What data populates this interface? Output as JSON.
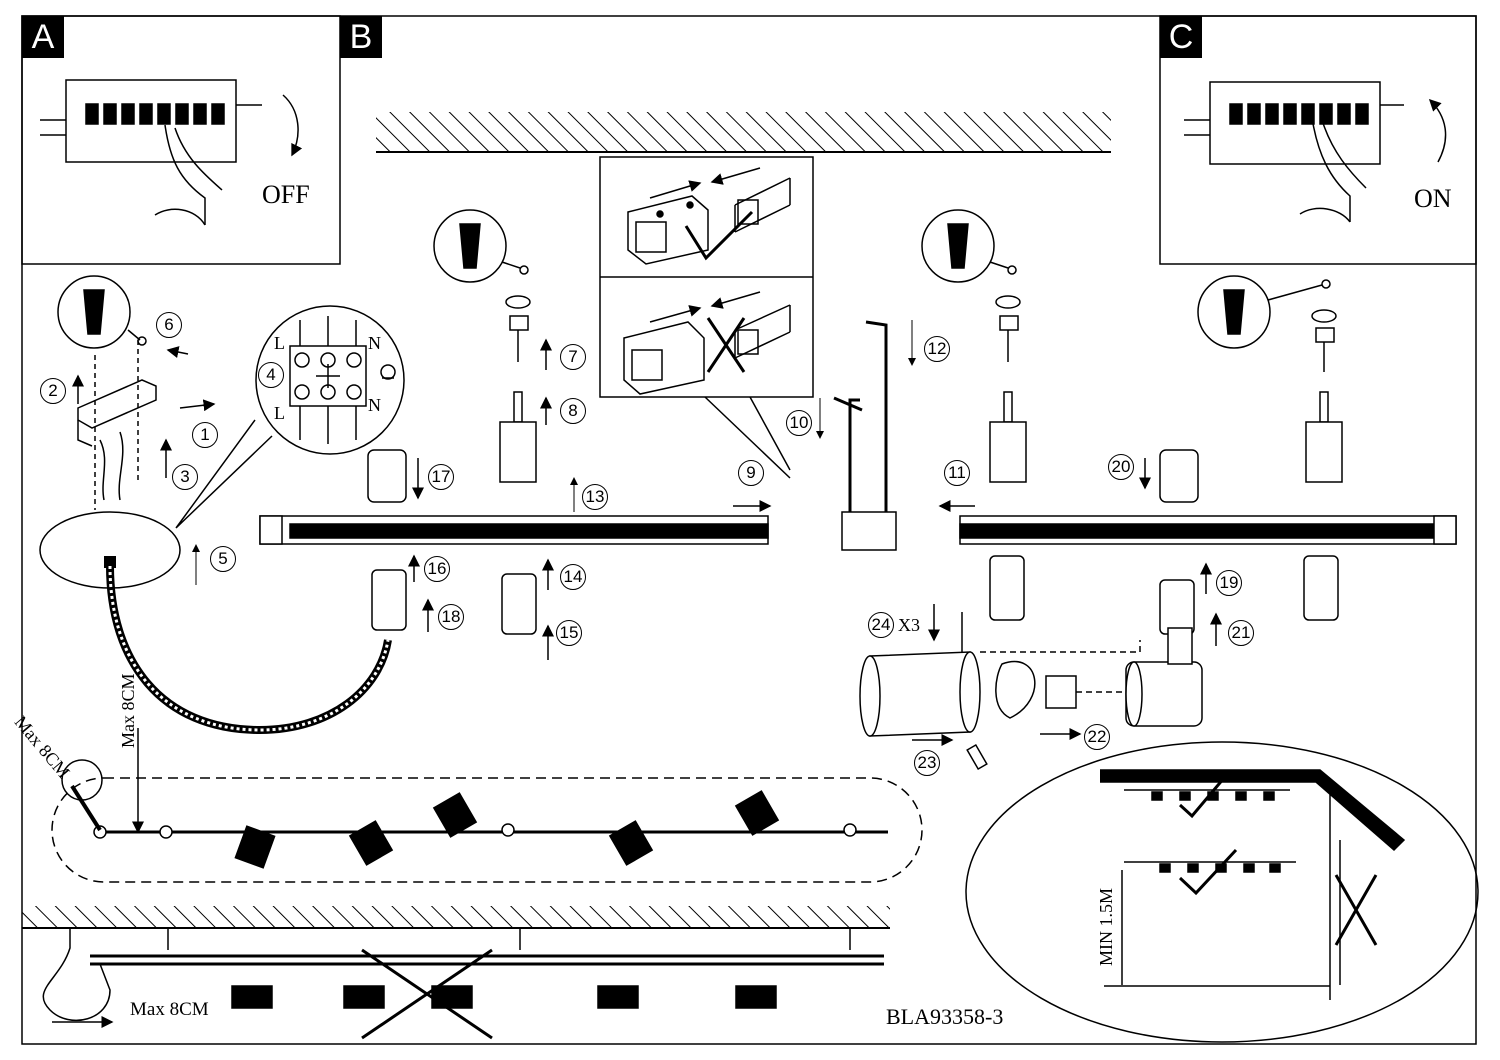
{
  "panels": {
    "a": "A",
    "b": "B",
    "c": "C"
  },
  "switch_states": {
    "off": "OFF",
    "on": "ON"
  },
  "terminal": {
    "l_top": "L",
    "n_top": "N",
    "l_bottom": "L",
    "n_bottom": "N"
  },
  "steps": {
    "s1": "1",
    "s2": "2",
    "s3": "3",
    "s4": "4",
    "s5": "5",
    "s6": "6",
    "s7": "7",
    "s8": "8",
    "s9": "9",
    "s10": "10",
    "s11": "11",
    "s12": "12",
    "s13": "13",
    "s14": "14",
    "s15": "15",
    "s16": "16",
    "s17": "17",
    "s18": "18",
    "s19": "19",
    "s20": "20",
    "s21": "21",
    "s22": "22",
    "s23": "23",
    "s24": "24"
  },
  "step24_qty": "X3",
  "measurements": {
    "cable_vertical": "Max 8CM",
    "cable_diagonal": "Max 8CM",
    "cable_bottom": "Max 8CM",
    "min_height": "MIN 1.5M"
  },
  "model_code": "BLA93358-3"
}
